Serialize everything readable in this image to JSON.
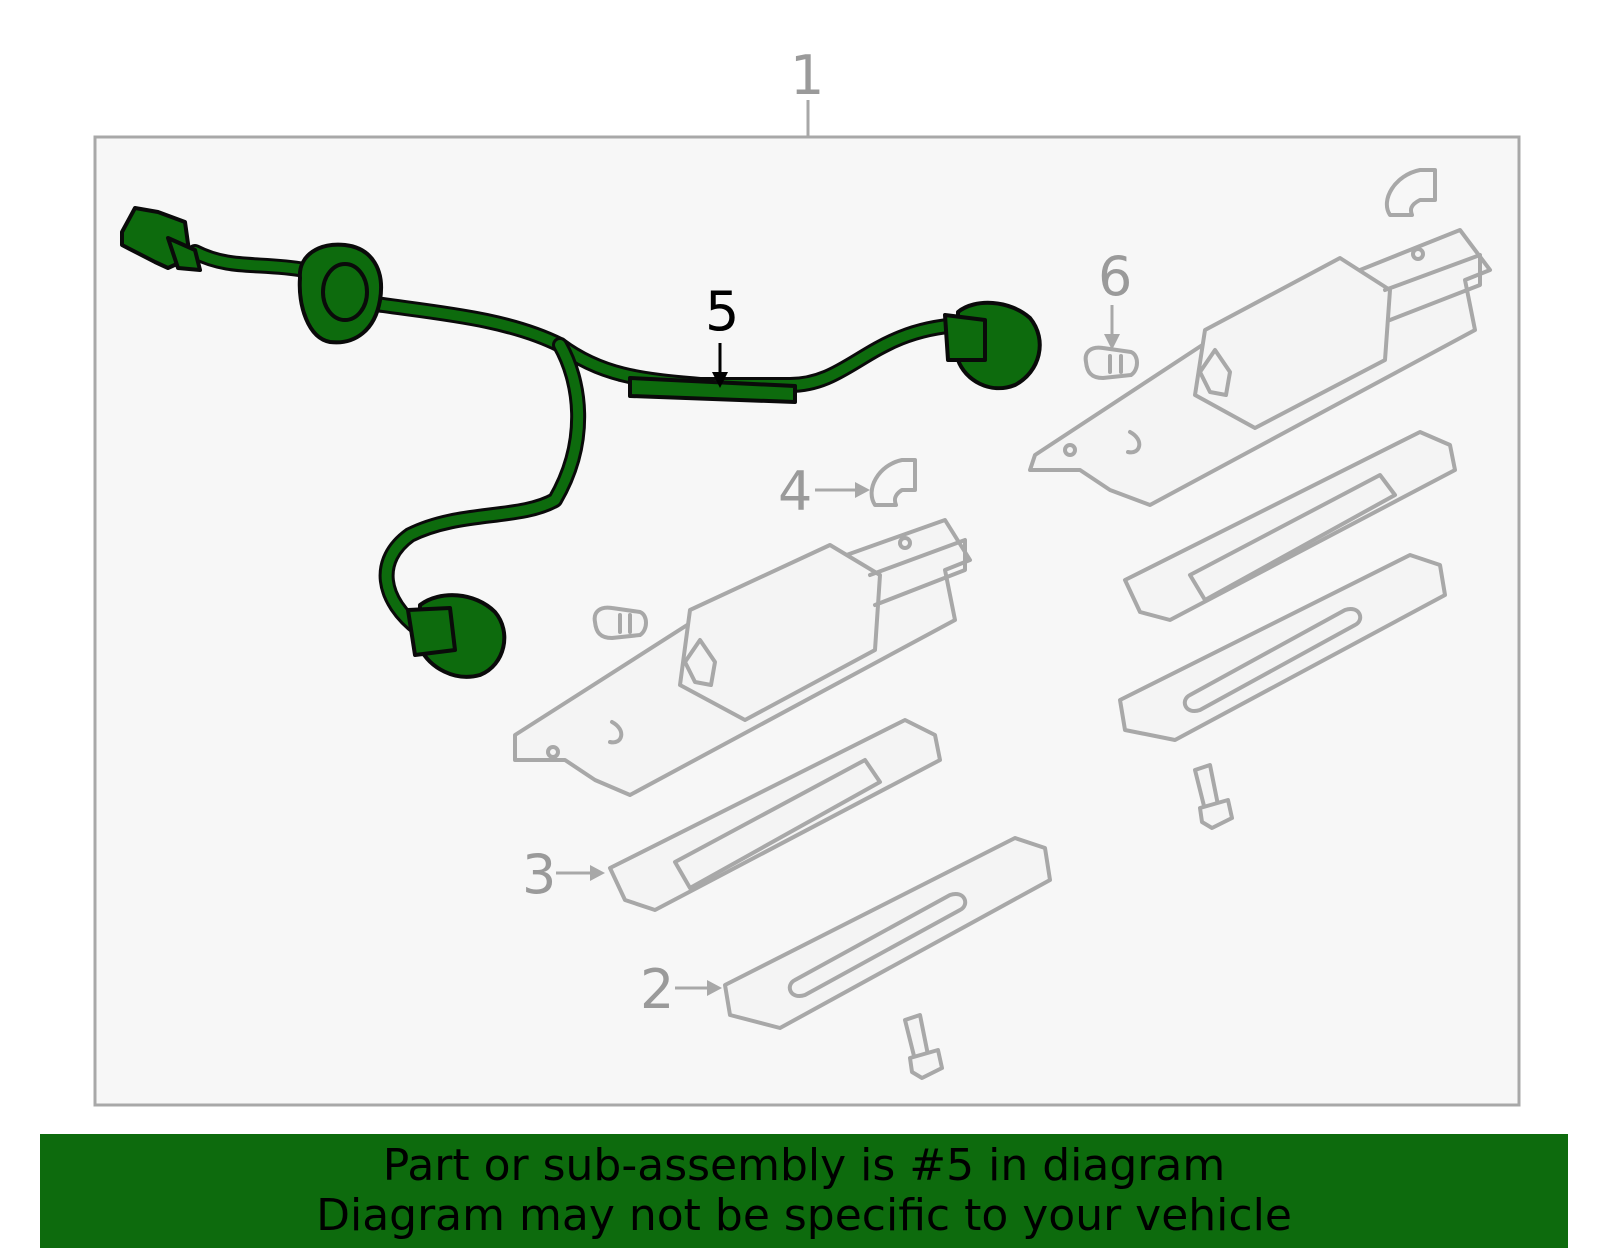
{
  "callouts": {
    "c1": "1",
    "c2": "2",
    "c3": "3",
    "c4": "4",
    "c5": "5",
    "c6": "6"
  },
  "highlighted_part": "5",
  "colors": {
    "highlight": "#0d6b0d",
    "line_gray": "#a8a8a8",
    "panel_bg": "#f7f7f7"
  },
  "banner": {
    "line1": "Part or sub-assembly is #5 in diagram",
    "line2": "Diagram may not be specific to your vehicle"
  }
}
